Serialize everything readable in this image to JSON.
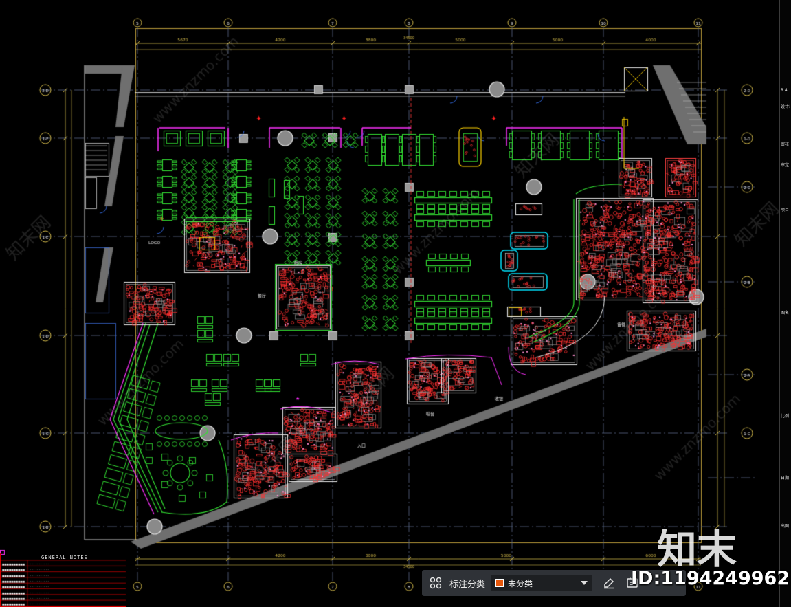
{
  "axis_labels": {
    "columns": [
      "5",
      "6",
      "7",
      "8",
      "9",
      "10",
      "11"
    ],
    "rows": [
      "2-D",
      "1-F",
      "1-E",
      "1-D",
      "1-C",
      "1-B"
    ],
    "right_rows": [
      "1-D",
      "2-C",
      "2-B",
      "2-A",
      "1-C"
    ]
  },
  "dimension_labels": {
    "top": [
      "5670",
      "4200",
      "3800",
      "5000",
      "5000",
      "4000"
    ],
    "bottom": [
      "4200",
      "3800",
      "5000",
      "6000"
    ],
    "bottom_total": "34500",
    "top_total": "34500"
  },
  "room_labels": {
    "logo": "LOGO"
  },
  "notes_table": {
    "title": "GENERAL  NOTES"
  },
  "right_panel_tags": [
    "R.4",
    "设计单位",
    "审核",
    "审定",
    "项目",
    "图名",
    "比例",
    "日期",
    "出图"
  ],
  "watermarks": {
    "brand_cn": "知末",
    "diagonal_cn": "知末网",
    "diagonal_url": "www.znzmo.com"
  },
  "toolbar": {
    "grid_icon": "grid-icon",
    "label": "标注分类",
    "select_value": "未分类",
    "swatch_color": "#e8580c",
    "edit_icon": "edit-icon",
    "settings_icon": "settings-icon"
  },
  "id_text": "ID:1194249962",
  "colors": {
    "background": "#000000",
    "grid_axis": "#d1b84a",
    "wall": "#ffffff",
    "furniture": "#33e033",
    "kitchen": "#ff3030",
    "accent_magenta": "#ff30ff",
    "accent_cyan": "#00e5ff"
  }
}
